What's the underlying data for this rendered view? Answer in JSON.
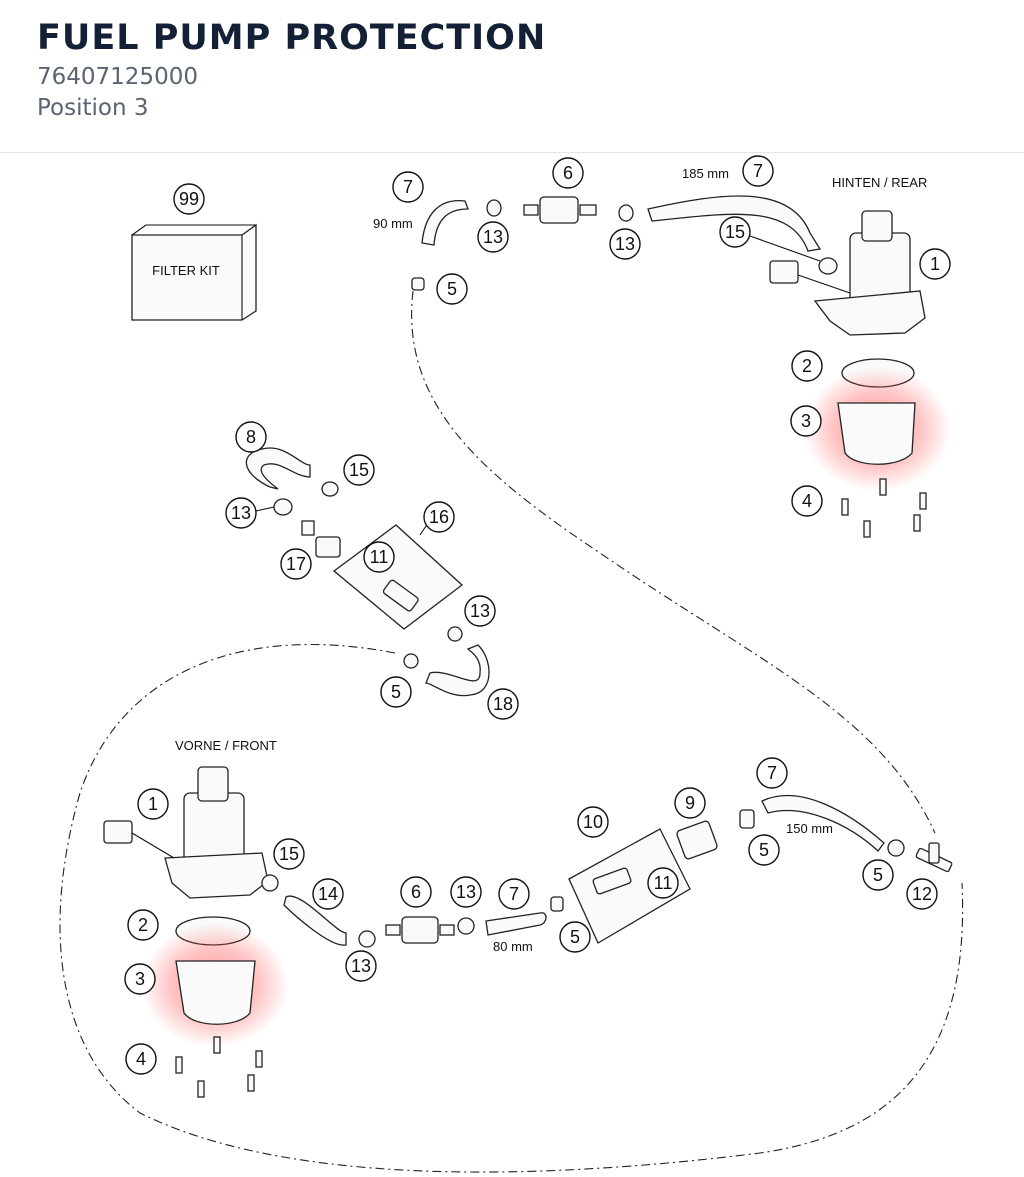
{
  "header": {
    "title": "FUEL PUMP PROTECTION",
    "part_number": "76407125000",
    "position": "Position 3"
  },
  "diagram": {
    "highlight_color": "#ff5a5a",
    "labels": {
      "filter_kit": "FILTER KIT",
      "rear": "HINTEN / REAR",
      "front": "VORNE / FRONT",
      "len_90": "90 mm",
      "len_185": "185 mm",
      "len_150": "150 mm",
      "len_80": "80 mm"
    },
    "callouts": {
      "c99": "99",
      "r7a": "7",
      "r6": "6",
      "r7b": "7",
      "r13a": "13",
      "r13b": "13",
      "r5": "5",
      "r15": "15",
      "r1": "1",
      "r2": "2",
      "r3": "3",
      "r4": "4",
      "m8": "8",
      "m15": "15",
      "m13a": "13",
      "m16": "16",
      "m11": "11",
      "m17": "17",
      "m13b": "13",
      "m5": "5",
      "m18": "18",
      "f1": "1",
      "f15": "15",
      "f14": "14",
      "f6": "6",
      "f13a": "13",
      "f7a": "7",
      "f10": "10",
      "f9": "9",
      "f7b": "7",
      "f2": "2",
      "f3": "3",
      "f13b": "13",
      "f5a": "5",
      "f11": "11",
      "f5b": "5",
      "f5c": "5",
      "f12": "12",
      "f4": "4"
    }
  }
}
